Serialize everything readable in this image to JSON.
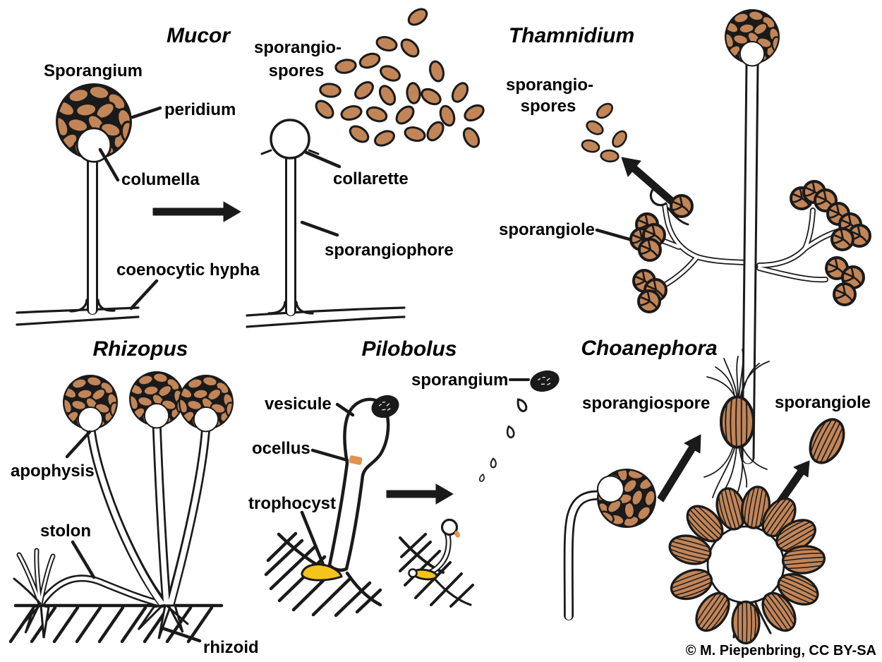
{
  "figure": {
    "attribution": "© M. Piepenbring, CC BY-SA"
  },
  "colors": {
    "ink": "#1A1A1A",
    "spore": "#C28558",
    "ocellus": "#E2924E",
    "trophocyst": "#F5C41C",
    "paper": "#FFFFFF"
  },
  "sections": {
    "mucor": {
      "title": "Mucor",
      "labels": {
        "sporangium": "Sporangium",
        "peridium": "peridium",
        "columella": "columella",
        "coenocytic_hypha": "coenocytic hypha",
        "sporangiospores_line1": "sporangio-",
        "sporangiospores_line2": "spores",
        "collarette": "collarette",
        "sporangiophore": "sporangiophore"
      }
    },
    "thamnidium": {
      "title": "Thamnidium",
      "labels": {
        "sporangiospores_line1": "sporangio-",
        "sporangiospores_line2": "spores",
        "sporangiole": "sporangiole"
      }
    },
    "rhizopus": {
      "title": "Rhizopus",
      "labels": {
        "apophysis": "apophysis",
        "stolon": "stolon",
        "rhizoid": "rhizoid"
      }
    },
    "pilobolus": {
      "title": "Pilobolus",
      "labels": {
        "vesicule": "vesicule",
        "ocellus": "ocellus",
        "trophocyst": "trophocyst",
        "sporangium": "sporangium"
      }
    },
    "choanephora": {
      "title": "Choanephora",
      "labels": {
        "sporangiospore": "sporangiospore",
        "sporangiole": "sporangiole"
      }
    }
  }
}
